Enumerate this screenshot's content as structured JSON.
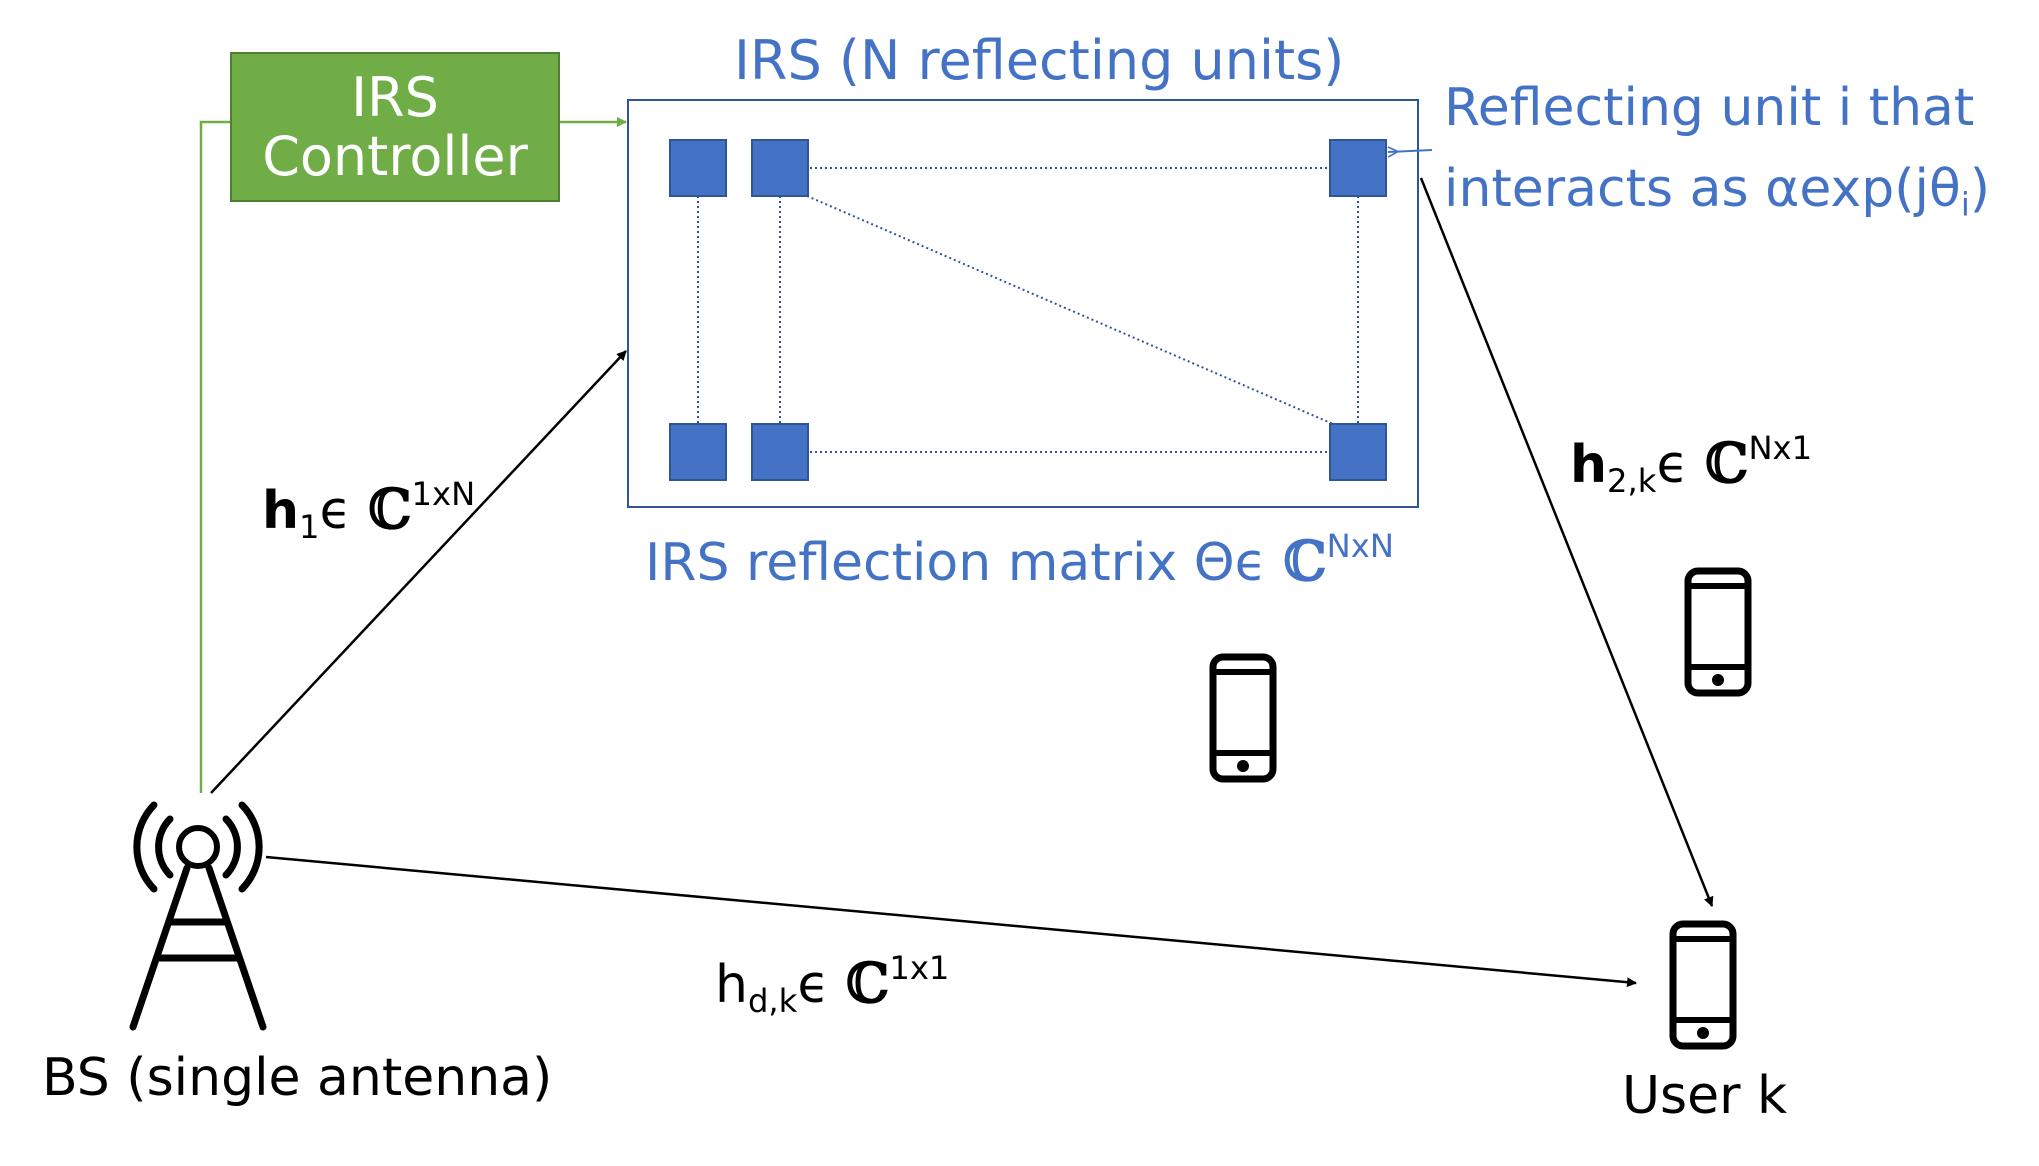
{
  "irs": {
    "title": "IRS (N reflecting units)",
    "controller_line1": "IRS",
    "controller_line2": "Controller",
    "matrix_label_text": "IRS reflection matrix Θϵ ",
    "matrix_label_set": "ℂ",
    "matrix_label_sup": "NxN"
  },
  "reflecting_unit": {
    "line1": "Reflecting unit i that",
    "line2_text": "interacts as αexp(jθ",
    "line2_sub": "i",
    "line2_end": ")"
  },
  "channels": {
    "h1": {
      "sym": "h",
      "sub": "1",
      "op": "ϵ ",
      "set": "ℂ",
      "sup": "1xN"
    },
    "h2": {
      "sym": "h",
      "sub": "2,k",
      "op": "ϵ ",
      "set": "ℂ",
      "sup": "Nx1"
    },
    "hd": {
      "sym": "h",
      "sub": "d,k",
      "op": "ϵ ",
      "set": "ℂ",
      "sup": "1x1"
    }
  },
  "bs": {
    "label": "BS (single antenna)",
    "icon": "antenna-tower-icon"
  },
  "users": {
    "target_label": "User k",
    "icon": "smartphone-icon"
  },
  "colors": {
    "irs_blue": "#4472c4",
    "controller_green": "#70ad47",
    "control_link_green": "#70ad47",
    "arrow_black": "#000000"
  }
}
